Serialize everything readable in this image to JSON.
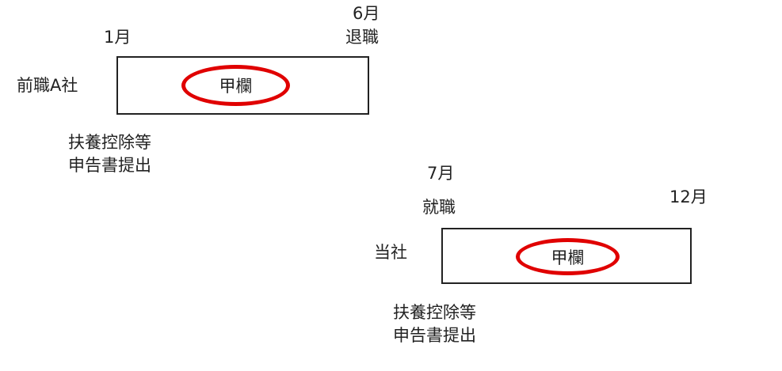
{
  "previous": {
    "start_month": "1月",
    "end_month": "6月",
    "end_event": "退職",
    "company": "前職A社",
    "column": "甲欄",
    "form_line1": "扶養控除等",
    "form_line2": "申告書提出"
  },
  "current": {
    "start_month": "7月",
    "start_event": "就職",
    "end_month": "12月",
    "company": "当社",
    "column": "甲欄",
    "form_line1": "扶養控除等",
    "form_line2": "申告書提出"
  },
  "colors": {
    "highlight": "#e00000",
    "line": "#222222"
  }
}
